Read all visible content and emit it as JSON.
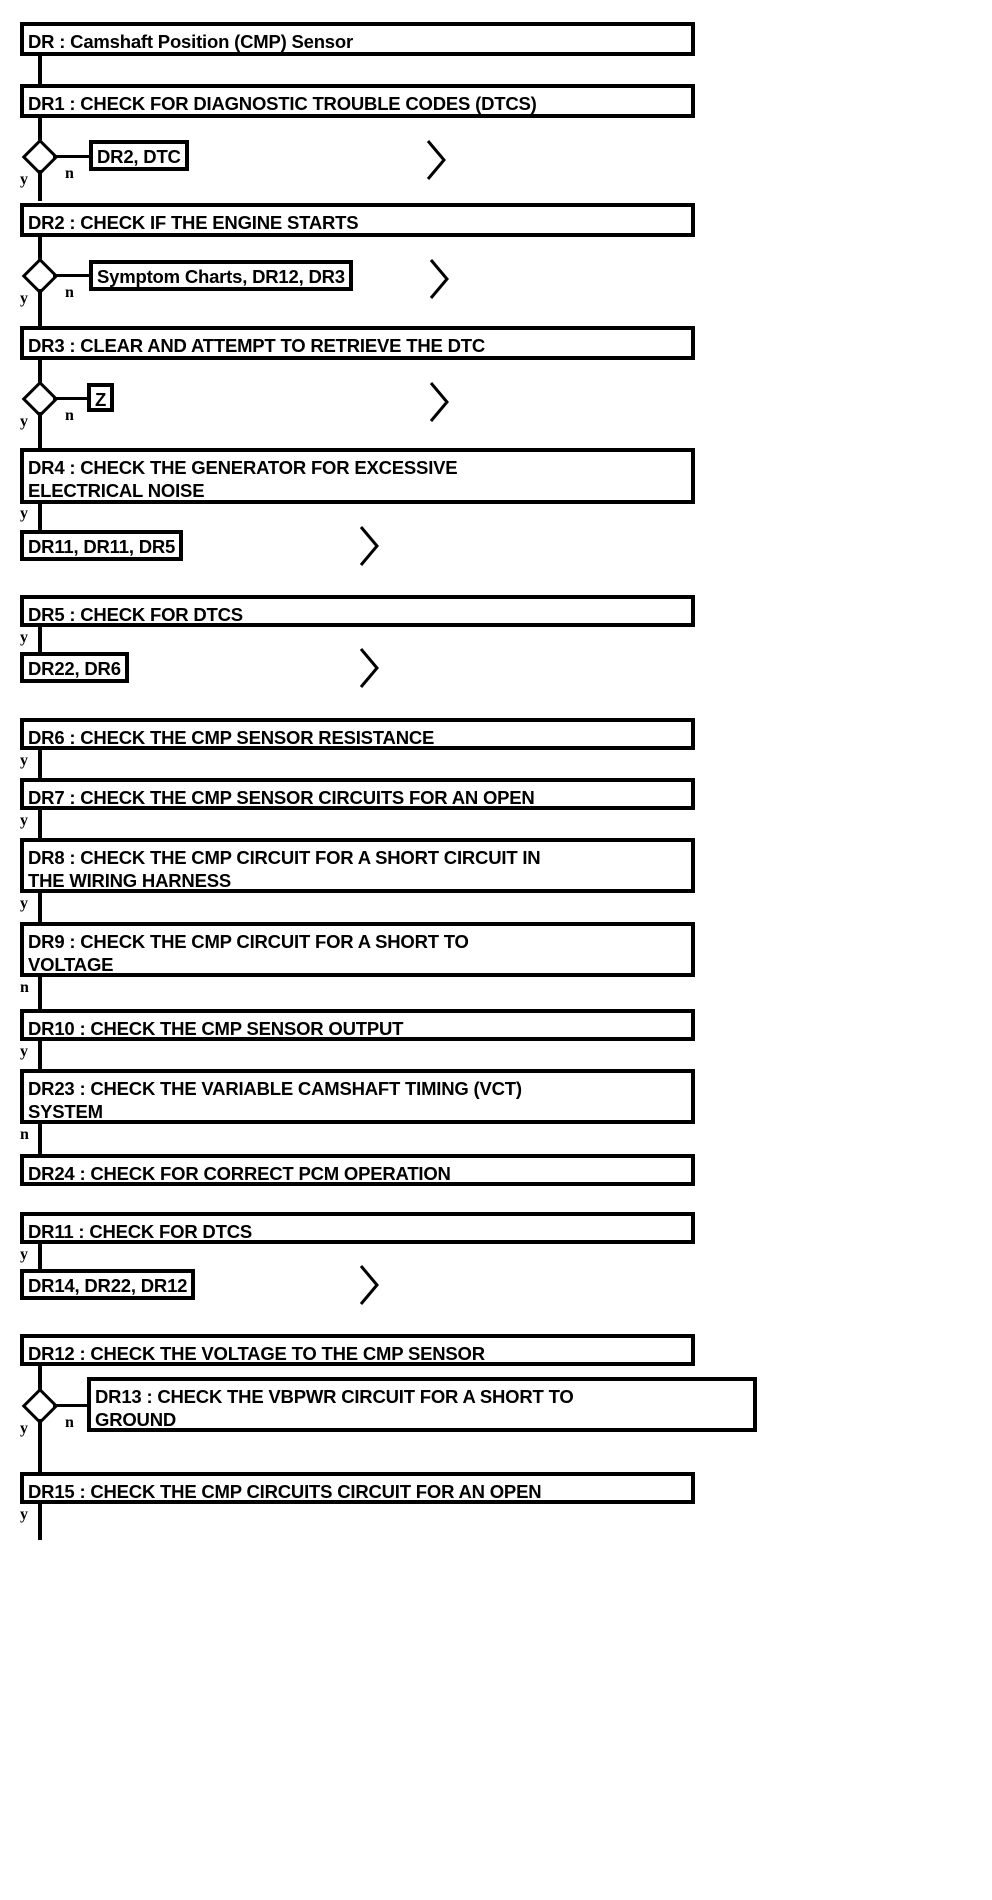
{
  "diagram": {
    "type": "flowchart",
    "title": "DR : Camshaft Position (CMP) Sensor",
    "orientation": "top-to-bottom",
    "branch_labels": {
      "yes": "y",
      "no": "n"
    },
    "steps": [
      {
        "id": "title",
        "label": "DR : Camshaft Position (CMP) Sensor"
      },
      {
        "id": "DR1",
        "label": "DR1 : CHECK FOR DIAGNOSTIC TROUBLE CODES (DTCS)"
      },
      {
        "id": "DR2",
        "label": "DR2 : CHECK IF THE ENGINE STARTS"
      },
      {
        "id": "DR3",
        "label": "DR3 : CLEAR AND ATTEMPT TO RETRIEVE THE DTC"
      },
      {
        "id": "DR4",
        "label": "DR4 : CHECK THE GENERATOR FOR EXCESSIVE\nELECTRICAL NOISE"
      },
      {
        "id": "DR5",
        "label": "DR5 : CHECK FOR DTCS"
      },
      {
        "id": "DR6",
        "label": "DR6 : CHECK THE CMP SENSOR RESISTANCE"
      },
      {
        "id": "DR7",
        "label": "DR7 : CHECK THE CMP SENSOR CIRCUITS FOR AN OPEN"
      },
      {
        "id": "DR8",
        "label": "DR8 : CHECK THE CMP CIRCUIT FOR A SHORT CIRCUIT IN\nTHE WIRING HARNESS"
      },
      {
        "id": "DR9",
        "label": "DR9 : CHECK THE CMP CIRCUIT FOR A SHORT TO\nVOLTAGE"
      },
      {
        "id": "DR10",
        "label": "DR10 : CHECK THE CMP SENSOR OUTPUT"
      },
      {
        "id": "DR23",
        "label": "DR23 : CHECK THE VARIABLE CAMSHAFT TIMING (VCT)\nSYSTEM"
      },
      {
        "id": "DR24",
        "label": "DR24 : CHECK FOR CORRECT PCM OPERATION"
      },
      {
        "id": "DR11",
        "label": "DR11 : CHECK FOR DTCS"
      },
      {
        "id": "DR12",
        "label": "DR12 : CHECK THE VOLTAGE TO THE CMP SENSOR"
      },
      {
        "id": "DR13",
        "label": "DR13 : CHECK THE VBPWR CIRCUIT FOR A SHORT TO\nGROUND"
      },
      {
        "id": "DR15",
        "label": "DR15 : CHECK THE CMP CIRCUITS CIRCUIT FOR AN OPEN"
      }
    ],
    "references": [
      {
        "id": "ref1",
        "label": "DR2, DTC"
      },
      {
        "id": "ref2",
        "label": "Symptom Charts, DR12, DR3"
      },
      {
        "id": "ref3",
        "label": "Z"
      },
      {
        "id": "ref4",
        "label": "DR11, DR11, DR5"
      },
      {
        "id": "ref5",
        "label": "DR22, DR6"
      },
      {
        "id": "ref6",
        "label": "DR14, DR22, DR12"
      }
    ],
    "branches": [
      {
        "from": "DR1",
        "yes": "y",
        "no": "n",
        "no_target": "DR2, DTC"
      },
      {
        "from": "DR2",
        "yes": "y",
        "no": "n",
        "no_target": "Symptom Charts, DR12, DR3"
      },
      {
        "from": "DR3",
        "yes": "y",
        "no": "n",
        "no_target": "Z"
      },
      {
        "from": "DR4",
        "yes": "y",
        "no_target": "DR11, DR11, DR5"
      },
      {
        "from": "DR5",
        "yes": "y",
        "no_target": "DR22, DR6"
      },
      {
        "from": "DR6",
        "yes": "y"
      },
      {
        "from": "DR7",
        "yes": "y"
      },
      {
        "from": "DR8",
        "yes": "y"
      },
      {
        "from": "DR9",
        "no": "n"
      },
      {
        "from": "DR10",
        "yes": "y"
      },
      {
        "from": "DR23",
        "no": "n"
      },
      {
        "from": "DR11",
        "yes": "y",
        "no_target": "DR14, DR22, DR12"
      },
      {
        "from": "DR12",
        "yes": "y",
        "no": "n",
        "no_target": "DR13"
      },
      {
        "from": "DR15",
        "yes": "y"
      }
    ],
    "colors": {
      "stroke": "#000000",
      "background": "#ffffff",
      "text": "#000000"
    }
  }
}
